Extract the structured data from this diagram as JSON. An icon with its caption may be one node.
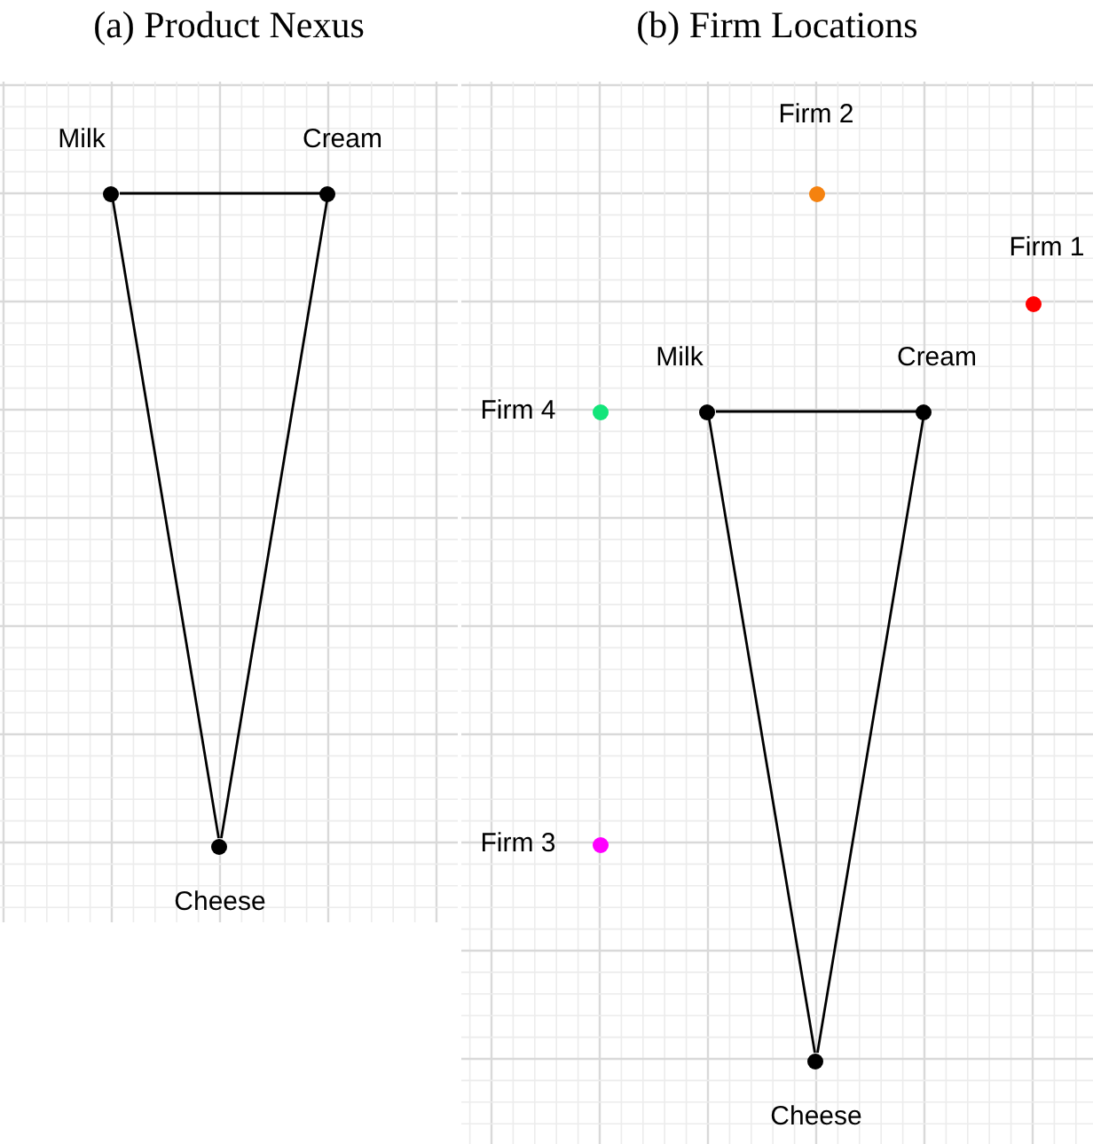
{
  "diagram": {
    "nodes": [
      {
        "text": [
          "(a) Product Nexus"
        ]
      },
      {
        "text": [
          "Milk"
        ],
        "in": 0
      },
      {
        "text": [
          "Cream"
        ],
        "in": 0
      },
      {
        "text": [
          "Cheese"
        ],
        "in": 0
      },
      {
        "text": [
          "(b) Firm Locations"
        ]
      },
      {
        "text": [
          "Firm 2"
        ],
        "in": 4
      },
      {
        "text": [
          "Firm 1"
        ],
        "in": 4
      },
      {
        "text": [
          "Firm 4"
        ],
        "in": 4
      },
      {
        "text": [
          "Milk"
        ],
        "in": 4
      },
      {
        "text": [
          "Cream"
        ],
        "in": 4
      },
      {
        "text": [
          "Firm 3"
        ],
        "in": 4
      },
      {
        "text": [
          "Cheese"
        ],
        "in": 4
      }
    ],
    "edges": [
      {
        "from": 1,
        "to": 2,
        "arrow": "none"
      },
      {
        "from": 1,
        "to": 3,
        "arrow": "none"
      },
      {
        "from": 2,
        "to": 3,
        "arrow": "none"
      },
      {
        "from": 8,
        "to": 9,
        "arrow": "none"
      },
      {
        "from": 8,
        "to": 11,
        "arrow": "none"
      },
      {
        "from": 9,
        "to": 11,
        "arrow": "none"
      }
    ]
  }
}
